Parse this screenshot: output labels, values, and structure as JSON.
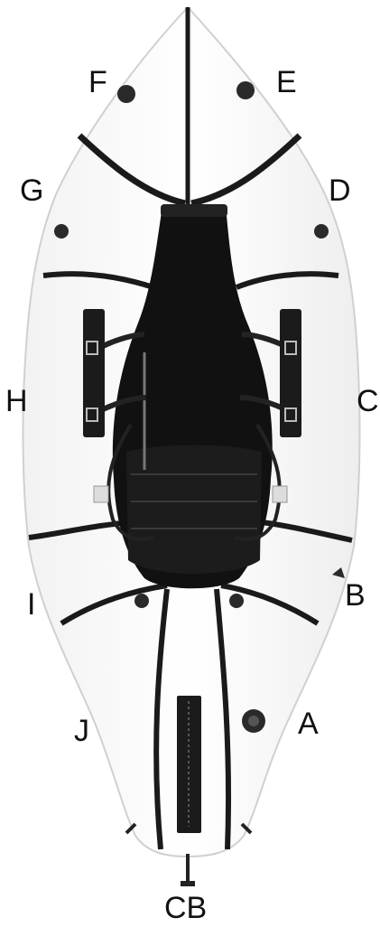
{
  "labels": {
    "a": "A",
    "b": "B",
    "c": "C",
    "d": "D",
    "e": "E",
    "f": "F",
    "g": "G",
    "h": "H",
    "i": "I",
    "j": "J",
    "cb": "CB"
  },
  "colors": {
    "hull": "#ffffff",
    "hull_outline": "#d0d0d0",
    "strap": "#1a1a1a",
    "deck": "#111111",
    "seat": "#1c1c1c",
    "seat_line": "#3a3a3a"
  },
  "icons": {
    "valve": "valve-icon",
    "tie_down": "tie-down-loop-icon",
    "zipper": "zipper-icon"
  }
}
